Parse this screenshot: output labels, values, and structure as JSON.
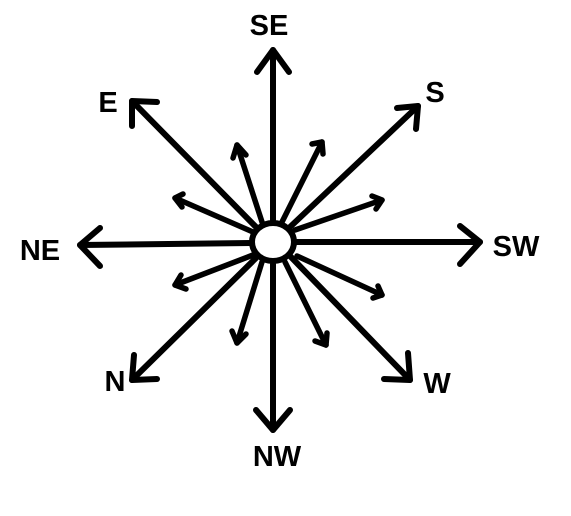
{
  "diagram": {
    "labels": {
      "top": "SE",
      "top_left": "E",
      "top_right": "S",
      "left": "NE",
      "right": "SW",
      "bottom_left": "N",
      "bottom": "NW",
      "bottom_right": "W"
    },
    "colors": {
      "ink": "#000000",
      "background": "#ffffff"
    }
  }
}
